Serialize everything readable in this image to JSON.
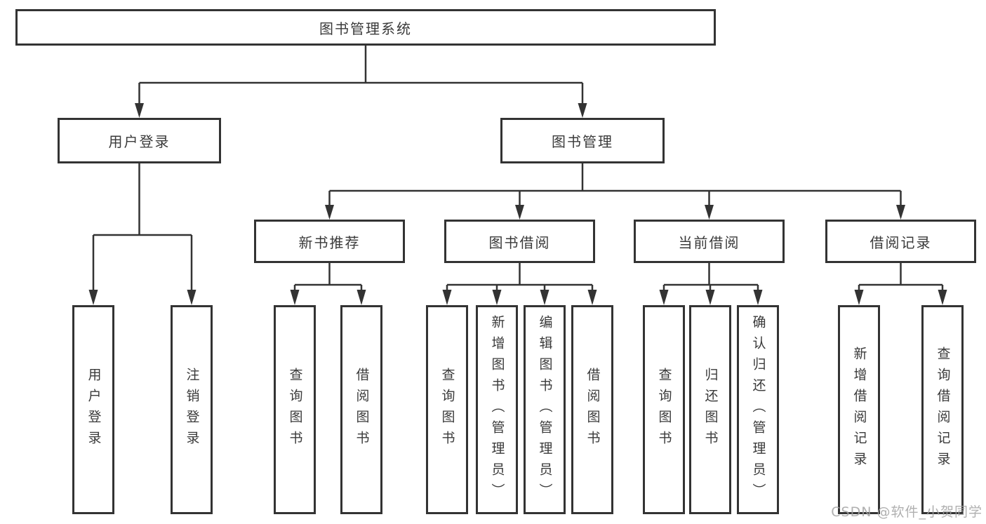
{
  "diagram_title": "图书管理系统",
  "tree": {
    "label": "图书管理系统",
    "children": [
      {
        "label": "用户登录",
        "children": [
          {
            "label": "用户登录"
          },
          {
            "label": "注销登录"
          }
        ]
      },
      {
        "label": "图书管理",
        "children": [
          {
            "label": "新书推荐",
            "children": [
              {
                "label": "查询图书"
              },
              {
                "label": "借阅图书"
              }
            ]
          },
          {
            "label": "图书借阅",
            "children": [
              {
                "label": "查询图书"
              },
              {
                "label": "新增图书（管理员）"
              },
              {
                "label": "编辑图书（管理员）"
              },
              {
                "label": "借阅图书"
              }
            ]
          },
          {
            "label": "当前借阅",
            "children": [
              {
                "label": "查询图书"
              },
              {
                "label": "归还图书"
              },
              {
                "label": "确认归还（管理员）"
              }
            ]
          },
          {
            "label": "借阅记录",
            "children": [
              {
                "label": "新增借阅记录"
              },
              {
                "label": "查询借阅记录"
              }
            ]
          }
        ]
      }
    ]
  },
  "watermark": {
    "text": "CSDN @软件_小贺同学"
  },
  "colors": {
    "background": "#ffffff",
    "line": "#333333",
    "box_border": "#333333",
    "text": "#3a3a3a",
    "watermark": "#a2a2a2"
  }
}
